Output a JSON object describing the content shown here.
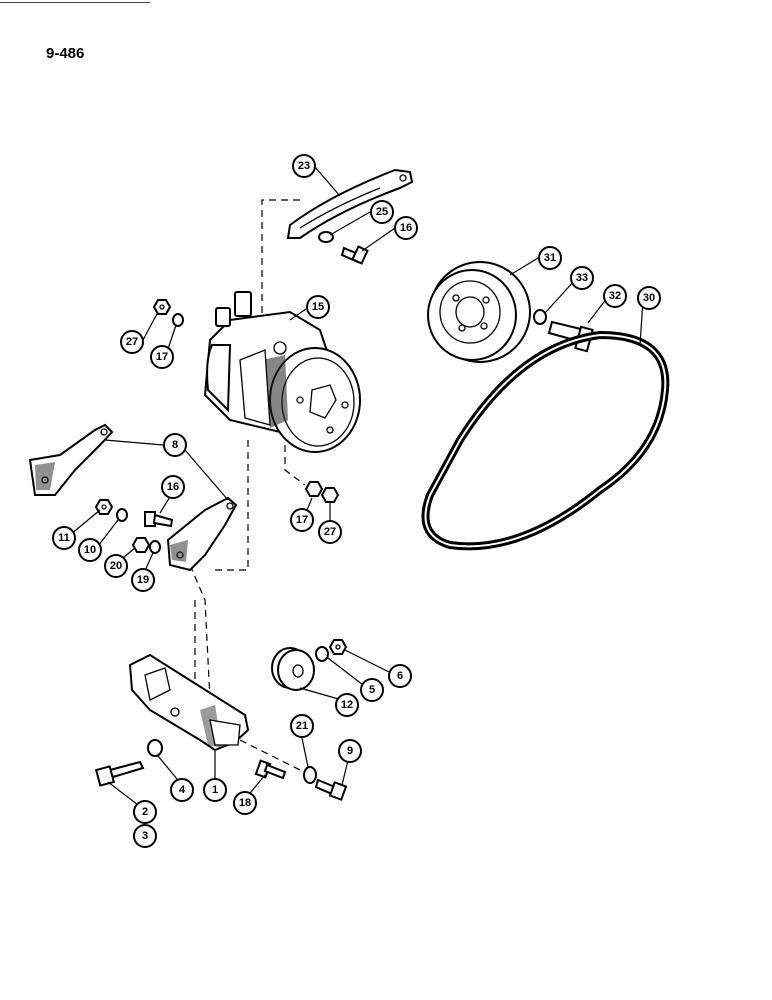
{
  "page": {
    "number": "9-486"
  },
  "callouts": {
    "c1": "1",
    "c2": "2",
    "c3": "3",
    "c4": "4",
    "c5": "5",
    "c6": "6",
    "c8": "8",
    "c9": "9",
    "c10": "10",
    "c11": "11",
    "c12": "12",
    "c15": "15",
    "c16a": "16",
    "c16b": "16",
    "c17a": "17",
    "c17b": "17",
    "c18": "18",
    "c19": "19",
    "c20": "20",
    "c21": "21",
    "c23": "23",
    "c25": "25",
    "c27a": "27",
    "c27b": "27",
    "c30": "30",
    "c31": "31",
    "c32": "32",
    "c33": "33"
  }
}
